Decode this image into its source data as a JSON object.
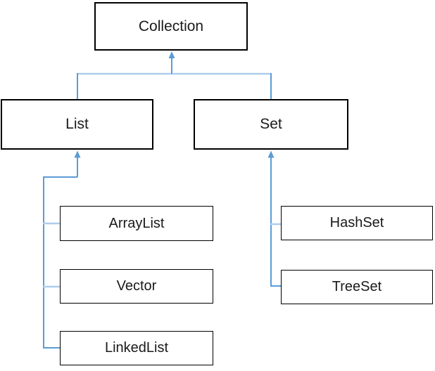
{
  "diagram": {
    "type": "hierarchy",
    "nodes": {
      "collection": {
        "label": "Collection"
      },
      "list": {
        "label": "List"
      },
      "set": {
        "label": "Set"
      },
      "arraylist": {
        "label": "ArrayList"
      },
      "vector": {
        "label": "Vector"
      },
      "linkedlist": {
        "label": "LinkedList"
      },
      "hashset": {
        "label": "HashSet"
      },
      "treeset": {
        "label": "TreeSet"
      }
    },
    "edges": [
      {
        "from": "List",
        "to": "Collection",
        "style": "arrow"
      },
      {
        "from": "Set",
        "to": "Collection",
        "style": "arrow"
      },
      {
        "from": "ArrayList",
        "to": "List",
        "style": "branch"
      },
      {
        "from": "Vector",
        "to": "List",
        "style": "branch"
      },
      {
        "from": "LinkedList",
        "to": "List",
        "style": "branch"
      },
      {
        "from": "HashSet",
        "to": "Set",
        "style": "branch"
      },
      {
        "from": "TreeSet",
        "to": "Set",
        "style": "branch"
      }
    ],
    "colors": {
      "connector": "#5B9BD5",
      "connector_light": "#AECDEC",
      "box_border": "#000000",
      "box_fill": "#FFFFFF",
      "text": "#1A1A1A",
      "background": "#FFFFFF"
    }
  }
}
